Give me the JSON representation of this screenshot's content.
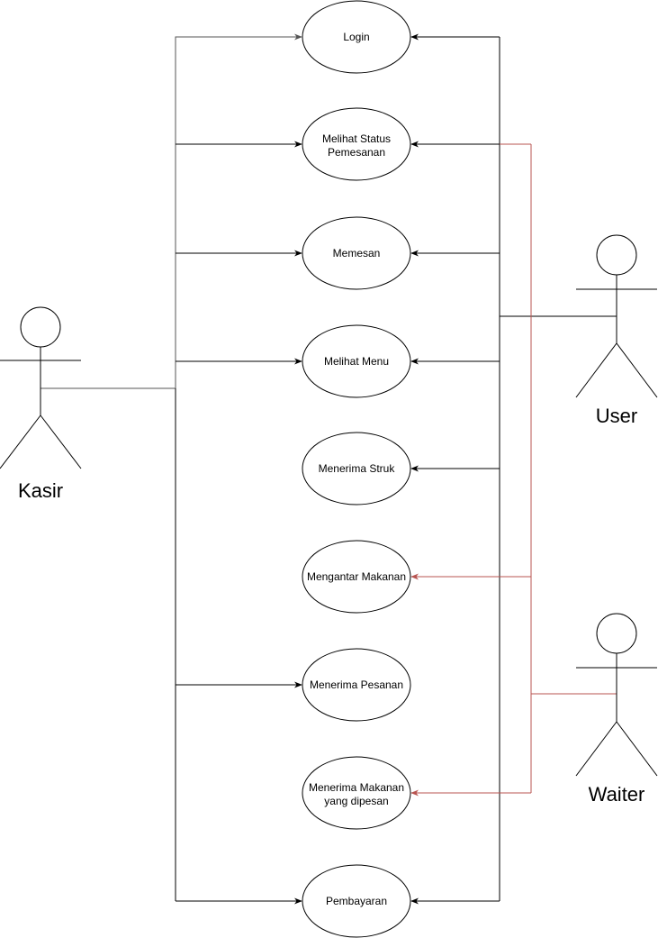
{
  "actors": {
    "kasir": {
      "label": "Kasir"
    },
    "user": {
      "label": "User"
    },
    "waiter": {
      "label": "Waiter"
    }
  },
  "use_cases": [
    {
      "id": "login",
      "lines": [
        "Login"
      ]
    },
    {
      "id": "melihat-status",
      "lines": [
        "Melihat Status",
        "Pemesanan"
      ]
    },
    {
      "id": "memesan",
      "lines": [
        "Memesan"
      ]
    },
    {
      "id": "melihat-menu",
      "lines": [
        "Melihat Menu"
      ]
    },
    {
      "id": "menerima-struk",
      "lines": [
        "Menerima Struk"
      ]
    },
    {
      "id": "mengantar-makanan",
      "lines": [
        "Mengantar Makanan"
      ]
    },
    {
      "id": "menerima-pesanan",
      "lines": [
        "Menerima Pesanan"
      ]
    },
    {
      "id": "menerima-makanan",
      "lines": [
        "Menerima Makanan",
        "yang dipesan"
      ]
    },
    {
      "id": "pembayaran",
      "lines": [
        "Pembayaran"
      ]
    }
  ],
  "colors": {
    "line": "#000000",
    "kasir_login_line": "#555555",
    "waiter_line": "#b85450"
  }
}
